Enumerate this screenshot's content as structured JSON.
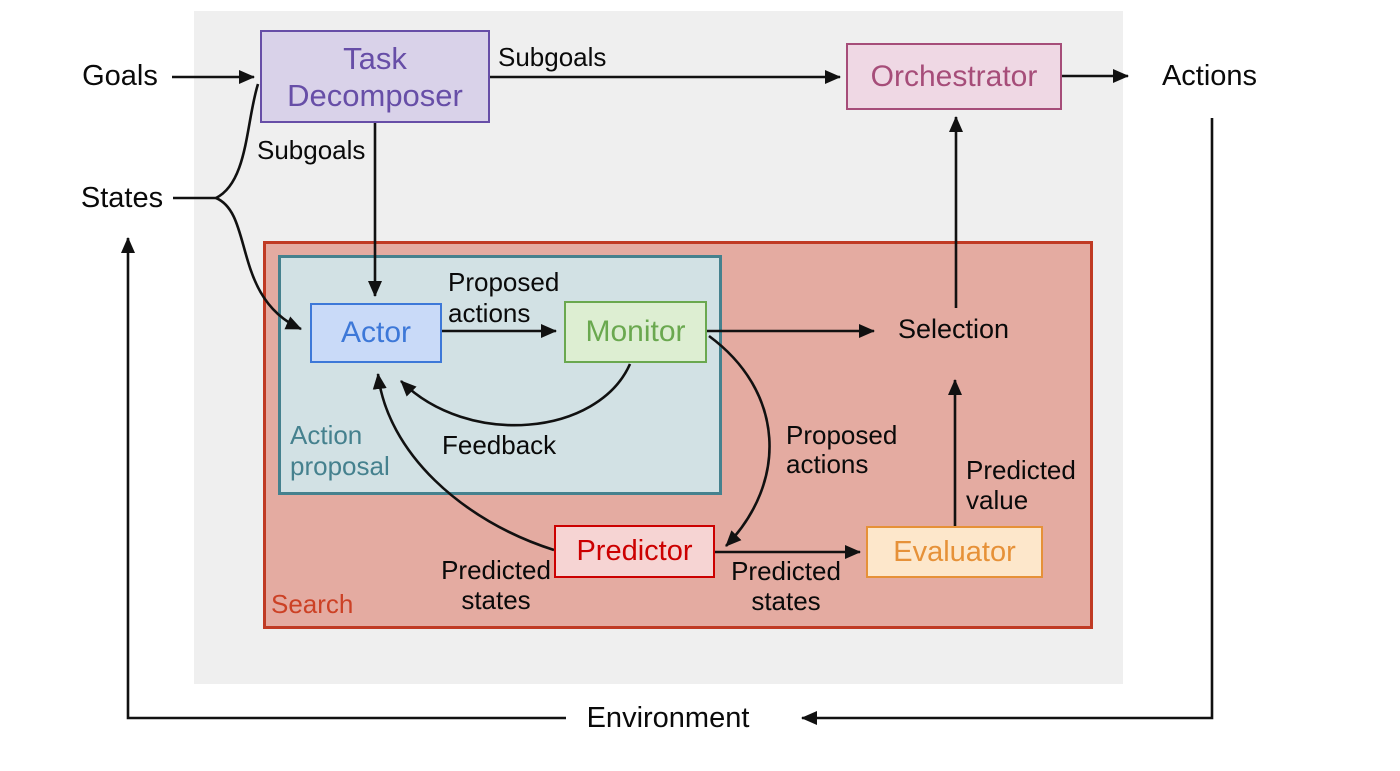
{
  "diagram": {
    "io": {
      "goals": "Goals",
      "states": "States",
      "actions": "Actions",
      "environment": "Environment"
    },
    "nodes": {
      "task_decomposer": {
        "label": "Task\nDecomposer",
        "fill": "#d9d2e9",
        "border": "#674ea7"
      },
      "orchestrator": {
        "label": "Orchestrator",
        "fill": "#efd8e4",
        "border": "#a64d79"
      },
      "actor": {
        "label": "Actor",
        "fill": "#c9daf8",
        "border": "#3d78d8"
      },
      "monitor": {
        "label": "Monitor",
        "fill": "#ddeed2",
        "border": "#6aa84f"
      },
      "predictor": {
        "label": "Predictor",
        "fill": "#f6d4d3",
        "border": "#cc0000"
      },
      "evaluator": {
        "label": "Evaluator",
        "fill": "#fde7cb",
        "border": "#e69138"
      }
    },
    "regions": {
      "search": {
        "label": "Search",
        "fill": "#e4aba1",
        "border": "#c03a24",
        "text_color": "#cc4125"
      },
      "action_proposal": {
        "label": "Action\nproposal",
        "fill": "#d2e1e4",
        "border": "#45818e",
        "text_color": "#45818e"
      }
    },
    "edges": {
      "subgoals_top": "Subgoals",
      "subgoals_left": "Subgoals",
      "proposed_actions_top": "Proposed\nactions",
      "feedback": "Feedback",
      "selection": "Selection",
      "proposed_actions_right": "Proposed\nactions",
      "predicted_states_left": "Predicted\nstates",
      "predicted_states_right": "Predicted\nstates",
      "predicted_value": "Predicted\nvalue"
    },
    "colors": {
      "page_background": "#ffffff",
      "panel_background": "#efefef",
      "arrow": "#111111",
      "text": "#0a0a0a"
    }
  }
}
